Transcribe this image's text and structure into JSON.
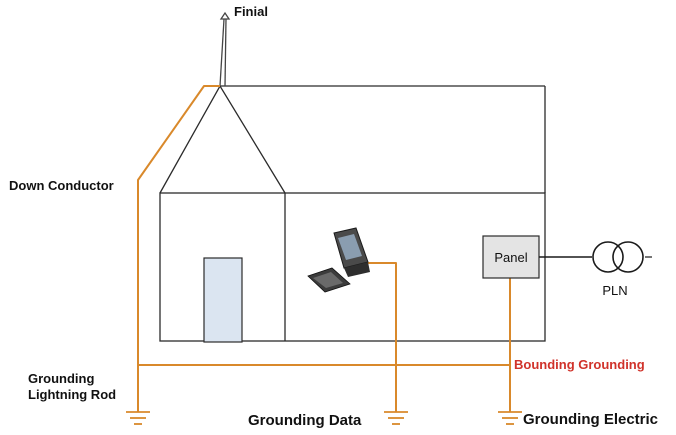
{
  "colors": {
    "conductor": "#d9892b",
    "outline": "#2b2b2b",
    "bounding_label": "#d0322a",
    "door_fill": "#dbe5f1",
    "panel_fill": "#e4e4e4"
  },
  "labels": {
    "finial": "Finial",
    "down_conductor": "Down Conductor",
    "grounding_lightning_rod_line1": "Grounding",
    "grounding_lightning_rod_line2": "Lightning Rod",
    "panel": "Panel",
    "pln": "PLN",
    "bounding_grounding": "Bounding Grounding",
    "grounding_data": "Grounding Data",
    "grounding_electric": "Grounding Electric"
  },
  "icons": {
    "computer": "computer-icon",
    "transformer": "transformer-icon",
    "ground": "ground-symbol-icon",
    "finial": "finial-arrow-icon"
  }
}
